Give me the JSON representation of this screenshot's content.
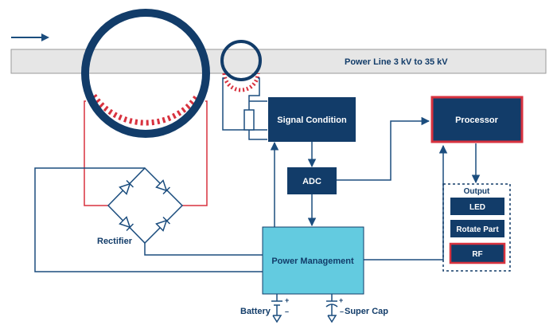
{
  "powerline": {
    "label": "Power Line 3 kV to 35 kV"
  },
  "blocks": {
    "signal_condition": "Signal Condition",
    "processor": "Processor",
    "adc": "ADC",
    "power_management": "Power Management"
  },
  "rectifier": {
    "label": "Rectifier"
  },
  "output": {
    "title": "Output",
    "items": [
      "LED",
      "Rotate Part",
      "RF"
    ]
  },
  "storage": {
    "battery": "Battery",
    "super_cap": "Super Cap"
  },
  "colors": {
    "navy": "#123c69",
    "red": "#d8323f",
    "cyan": "#63cbe0",
    "gray_bar": "#e6e6e6",
    "line_blue": "#1b4d7e"
  }
}
